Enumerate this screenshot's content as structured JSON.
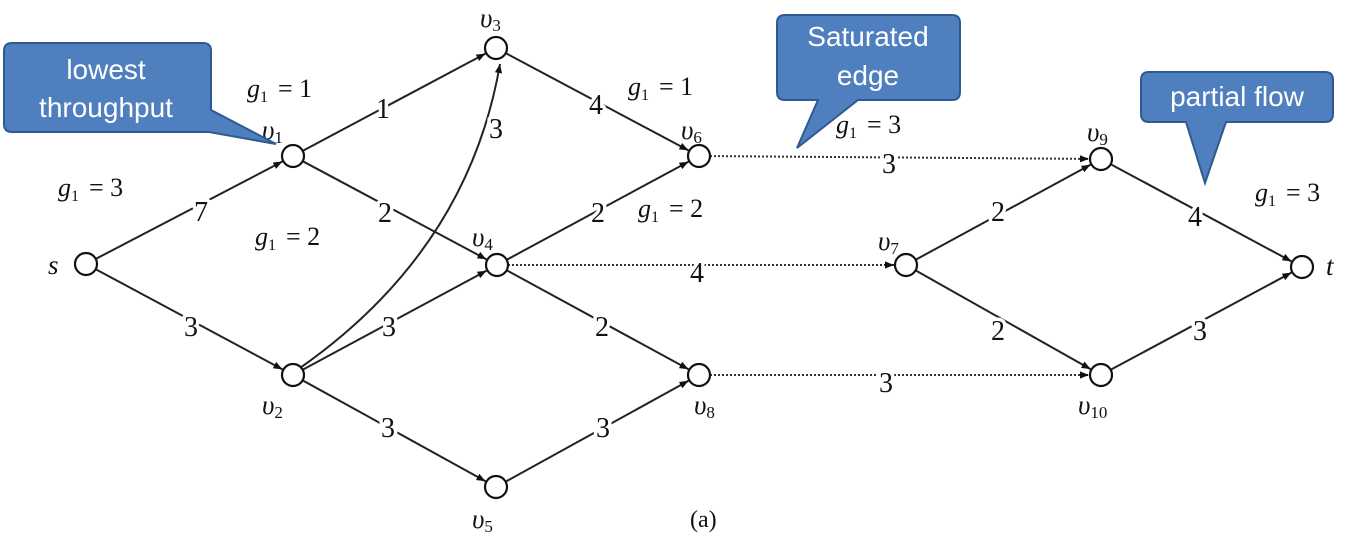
{
  "diagram": {
    "nodes": [
      {
        "id": "s",
        "label": "s",
        "sub": ""
      },
      {
        "id": "v1",
        "label": "υ",
        "sub": "1"
      },
      {
        "id": "v2",
        "label": "υ",
        "sub": "2"
      },
      {
        "id": "v3",
        "label": "υ",
        "sub": "3"
      },
      {
        "id": "v4",
        "label": "υ",
        "sub": "4"
      },
      {
        "id": "v5",
        "label": "υ",
        "sub": "5"
      },
      {
        "id": "v6",
        "label": "υ",
        "sub": "6"
      },
      {
        "id": "v7",
        "label": "υ",
        "sub": "7"
      },
      {
        "id": "v8",
        "label": "υ",
        "sub": "8"
      },
      {
        "id": "v9",
        "label": "υ",
        "sub": "9"
      },
      {
        "id": "v10",
        "label": "υ",
        "sub": "10"
      },
      {
        "id": "t",
        "label": "t",
        "sub": ""
      }
    ],
    "edges": [
      {
        "from": "s",
        "to": "v1",
        "weight": "7"
      },
      {
        "from": "s",
        "to": "v2",
        "weight": "3"
      },
      {
        "from": "v1",
        "to": "v3",
        "weight": "1"
      },
      {
        "from": "v1",
        "to": "v4",
        "weight": "2"
      },
      {
        "from": "v2",
        "to": "v3",
        "weight": "3"
      },
      {
        "from": "v2",
        "to": "v4",
        "weight": "3"
      },
      {
        "from": "v2",
        "to": "v5",
        "weight": "3"
      },
      {
        "from": "v3",
        "to": "v6",
        "weight": "4"
      },
      {
        "from": "v4",
        "to": "v6",
        "weight": "2"
      },
      {
        "from": "v4",
        "to": "v7",
        "weight": "4"
      },
      {
        "from": "v4",
        "to": "v8",
        "weight": "2"
      },
      {
        "from": "v5",
        "to": "v8",
        "weight": "3"
      },
      {
        "from": "v6",
        "to": "v9",
        "weight": "3"
      },
      {
        "from": "v7",
        "to": "v9",
        "weight": "2"
      },
      {
        "from": "v7",
        "to": "v10",
        "weight": "2"
      },
      {
        "from": "v8",
        "to": "v10",
        "weight": "3"
      },
      {
        "from": "v9",
        "to": "t",
        "weight": "4"
      },
      {
        "from": "v10",
        "to": "t",
        "weight": "3"
      }
    ],
    "flow_annotations": [
      {
        "g": "g",
        "sub": "1",
        "value": "= 3"
      },
      {
        "g": "g",
        "sub": "1",
        "value": "= 1"
      },
      {
        "g": "g",
        "sub": "1",
        "value": "= 2"
      },
      {
        "g": "g",
        "sub": "1",
        "value": "= 1"
      },
      {
        "g": "g",
        "sub": "1",
        "value": "= 2"
      },
      {
        "g": "g",
        "sub": "1",
        "value": "= 3"
      },
      {
        "g": "g",
        "sub": "1",
        "value": "= 3"
      }
    ],
    "caption": "(a)"
  },
  "callouts": {
    "lowest": [
      "lowest",
      "throughput"
    ],
    "saturated": [
      "Saturated",
      "edge"
    ],
    "partial": [
      "partial flow"
    ]
  },
  "colors": {
    "callout_fill": "#4f7fbf",
    "callout_stroke": "#2e5a8f",
    "callout_text": "#ffffff",
    "ink": "#111111"
  }
}
